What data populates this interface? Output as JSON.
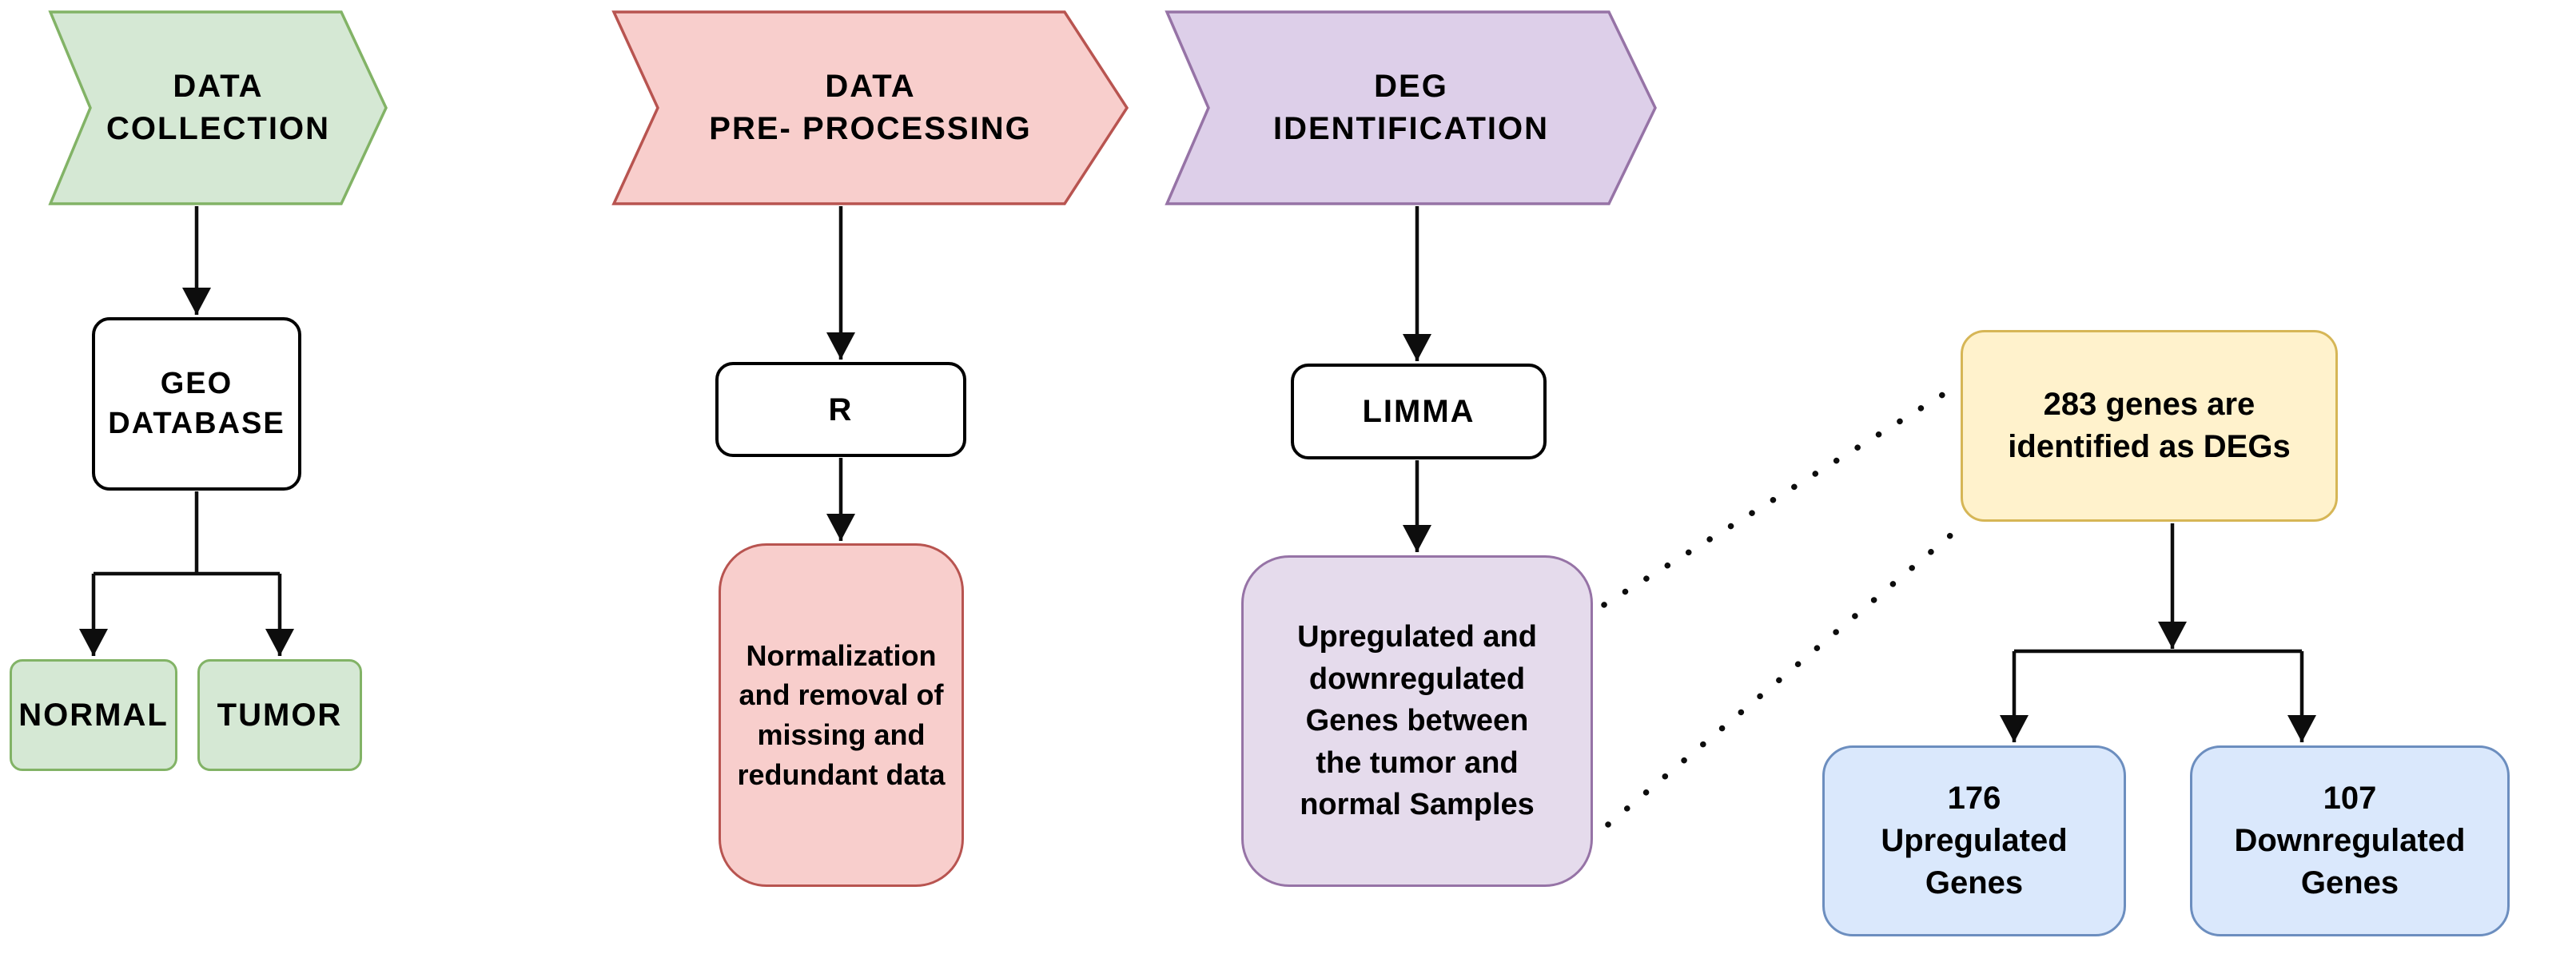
{
  "colors": {
    "green_fill": "#d5e8d4",
    "green_stroke": "#82b366",
    "red_fill": "#f8cecc",
    "red_stroke": "#b85450",
    "purple_fill": "#ddcfe9",
    "purple_stroke": "#9673a6",
    "purple_note_fill": "#e5dbec",
    "yellow_fill": "#fff2cc",
    "yellow_stroke": "#d6b656",
    "blue_fill": "#dae8fc",
    "blue_stroke": "#6c8ebf",
    "white_fill": "#ffffff",
    "black": "#000000",
    "line": "#0d0d0d"
  },
  "stages": {
    "collection": {
      "label": "DATA\nCOLLECTION"
    },
    "preprocessing": {
      "label": "DATA\nPRE- PROCESSING"
    },
    "deg": {
      "label": "DEG\nIDENTIFICATION"
    }
  },
  "nodes": {
    "geo": {
      "label": "GEO\nDATABASE"
    },
    "r": {
      "label": "R"
    },
    "limma": {
      "label": "LIMMA"
    },
    "normal": {
      "label": "NORMAL"
    },
    "tumor": {
      "label": "TUMOR"
    },
    "normalization": {
      "label": "Normalization\nand removal of\nmissing and\nredundant data"
    },
    "updown": {
      "label": "Upregulated and\ndownregulated\nGenes between\nthe tumor and\nnormal Samples"
    },
    "degs_total": {
      "label": "283 genes are\nidentified as DEGs"
    },
    "upregulated": {
      "label": "176\nUpregulated\nGenes"
    },
    "downregulated": {
      "label": "107\nDownregulated\nGenes"
    }
  }
}
